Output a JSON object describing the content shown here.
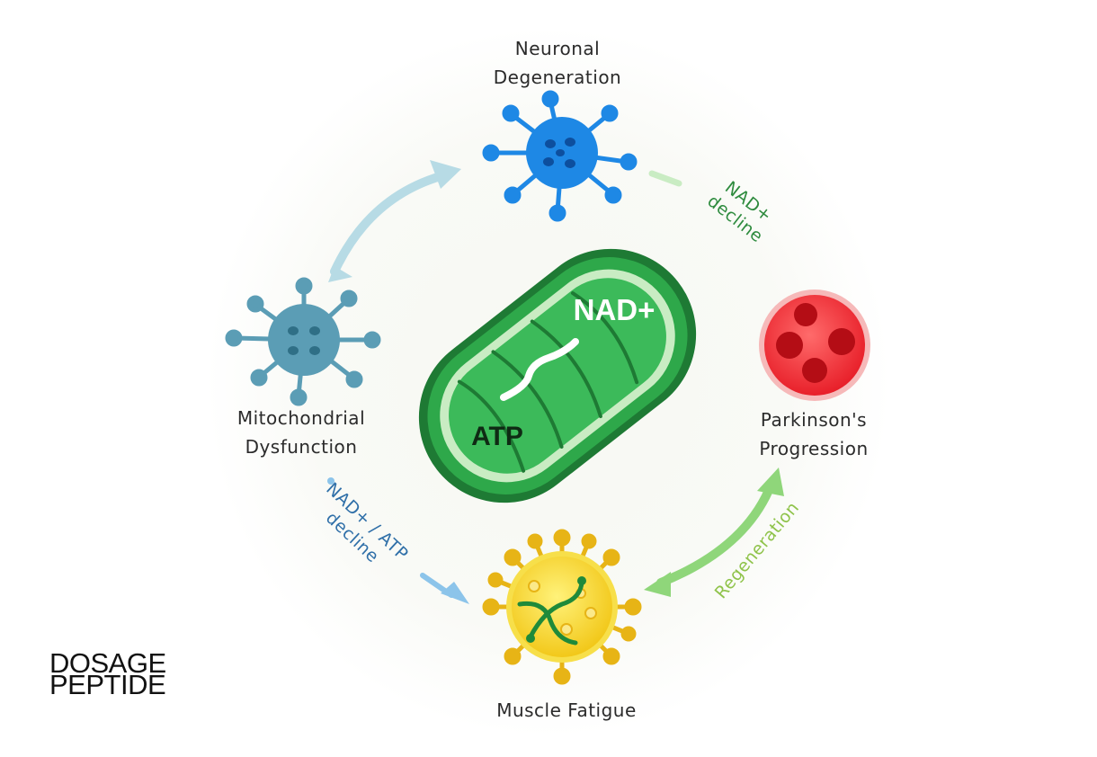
{
  "nodes": {
    "neuronal": {
      "line1": "Neuronal",
      "line2": "Degeneration"
    },
    "mitochondrial": {
      "line1": "Mitochondrial",
      "line2": "Dysfunction"
    },
    "parkinsons": {
      "line1": "Parkinson's",
      "line2": "Progression"
    },
    "muscle": {
      "line1": "Muscle Fatigue"
    }
  },
  "edges": {
    "nad_decline": {
      "line1": "NAD+",
      "line2": "decline"
    },
    "nad_atp_decline": {
      "line1": "NAD+ / ATP",
      "line2": "decline"
    },
    "regeneration": {
      "label": "Regeneration"
    }
  },
  "center": {
    "nad_label": "NAD+",
    "atp_label": "ATP"
  },
  "brand": {
    "line1": "DOSAGE",
    "line2": "PEPTIDE"
  },
  "colors": {
    "neuron_blue": "#1e88e5",
    "neuron_teal": "#5b9db5",
    "mito_green": "#2ea84a",
    "parkinson_red": "#e8202a",
    "muscle_yellow": "#f4d21c"
  }
}
